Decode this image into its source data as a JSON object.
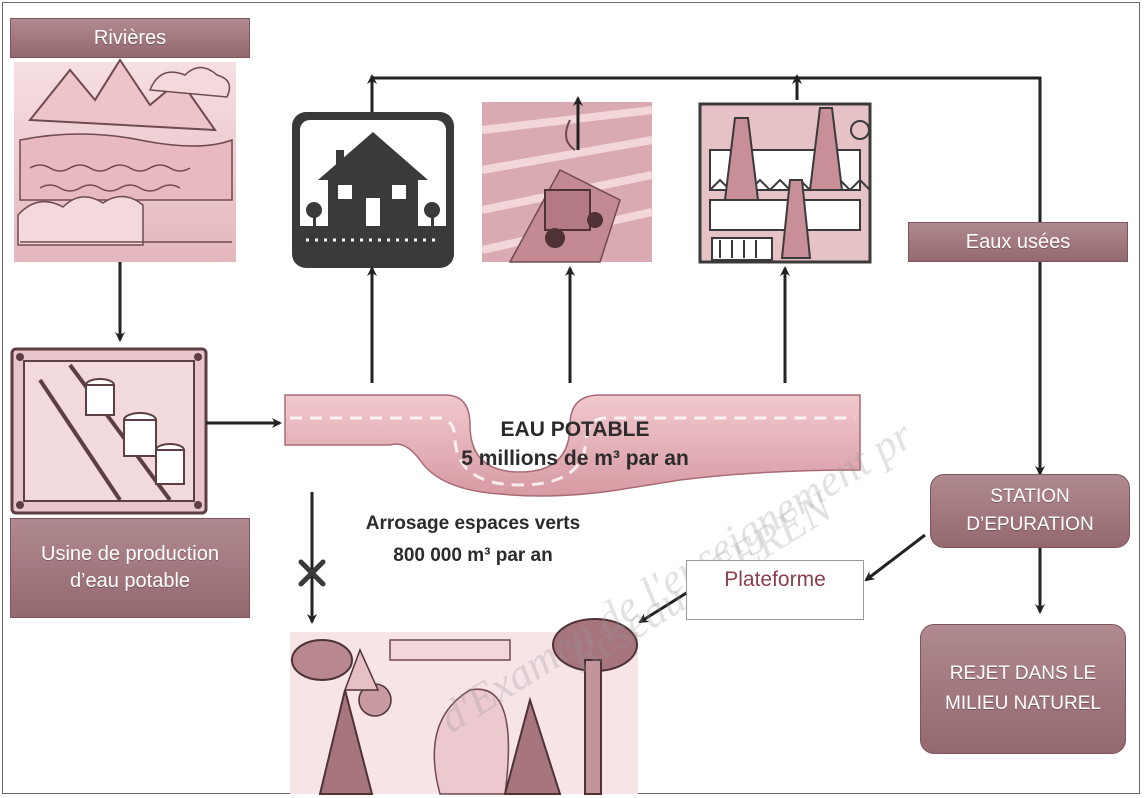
{
  "labels": {
    "rivieres": "Rivières",
    "usine": "Usine de production d’eau potable",
    "eau_potable_title": "EAU POTABLE",
    "eau_potable_volume": "5 millions de m³ par an",
    "arrosage_line1": "Arrosage espaces verts",
    "arrosage_line2": "800 000 m³ par an",
    "plateforme": "Plateforme",
    "eaux_usees": "Eaux usées",
    "station": "STATION D’EPURATION",
    "rejet": "REJET DANS LE MILIEU NATUREL"
  },
  "watermark": {
    "line1": "d'Examen de l'enseignement pr",
    "line2": "Réseau SCEREN"
  },
  "colors": {
    "box_fill": "#a07b80",
    "box_border": "#7d565c",
    "pink_light": "#f2d3d7",
    "pink_mid": "#d9a7ae",
    "arrow": "#222222"
  }
}
